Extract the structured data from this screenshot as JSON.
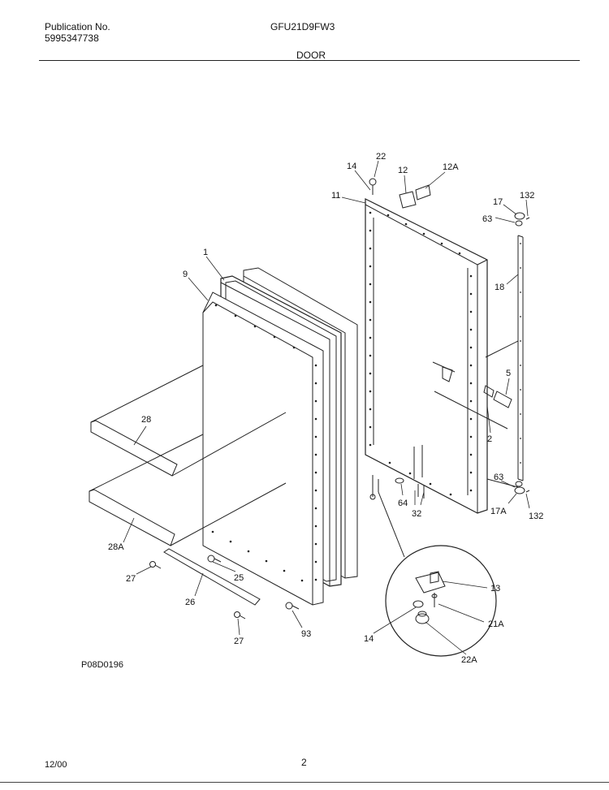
{
  "header": {
    "publication_label": "Publication No.",
    "publication_number": "5995347738",
    "model": "GFU21D9FW3",
    "section": "DOOR"
  },
  "diagram": {
    "code": "P08D0196",
    "callouts": [
      {
        "id": "c-22",
        "text": "22"
      },
      {
        "id": "c-14-top",
        "text": "14"
      },
      {
        "id": "c-12",
        "text": "12"
      },
      {
        "id": "c-12a",
        "text": "12A"
      },
      {
        "id": "c-11",
        "text": "11"
      },
      {
        "id": "c-17",
        "text": "17"
      },
      {
        "id": "c-132-top",
        "text": "132"
      },
      {
        "id": "c-63-top",
        "text": "63"
      },
      {
        "id": "c-18",
        "text": "18"
      },
      {
        "id": "c-1",
        "text": "1"
      },
      {
        "id": "c-9",
        "text": "9"
      },
      {
        "id": "c-5",
        "text": "5"
      },
      {
        "id": "c-2",
        "text": "2"
      },
      {
        "id": "c-28",
        "text": "28"
      },
      {
        "id": "c-63-bot",
        "text": "63"
      },
      {
        "id": "c-64",
        "text": "64"
      },
      {
        "id": "c-32",
        "text": "32"
      },
      {
        "id": "c-17a",
        "text": "17A"
      },
      {
        "id": "c-132-bot",
        "text": "132"
      },
      {
        "id": "c-28a",
        "text": "28A"
      },
      {
        "id": "c-27-top",
        "text": "27"
      },
      {
        "id": "c-25",
        "text": "25"
      },
      {
        "id": "c-13",
        "text": "13"
      },
      {
        "id": "c-26",
        "text": "26"
      },
      {
        "id": "c-21a",
        "text": "21A"
      },
      {
        "id": "c-93",
        "text": "93"
      },
      {
        "id": "c-14-bot",
        "text": "14"
      },
      {
        "id": "c-27-bot",
        "text": "27"
      },
      {
        "id": "c-22a",
        "text": "22A"
      }
    ]
  },
  "footer": {
    "date": "12/00",
    "page": "2"
  }
}
